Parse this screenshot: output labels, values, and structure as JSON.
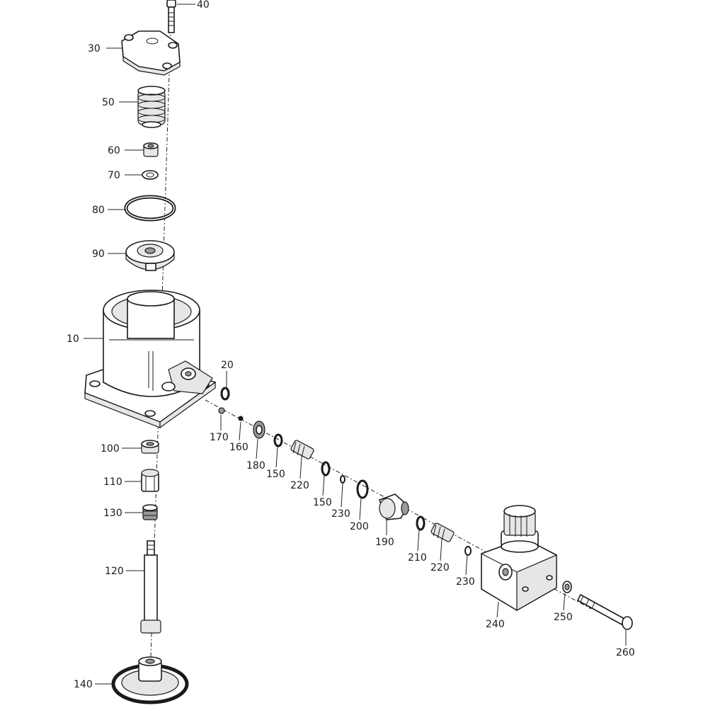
{
  "diagram": {
    "callouts": [
      {
        "id": "c40",
        "text": "40"
      },
      {
        "id": "c30",
        "text": "30"
      },
      {
        "id": "c50",
        "text": "50"
      },
      {
        "id": "c60",
        "text": "60"
      },
      {
        "id": "c70",
        "text": "70"
      },
      {
        "id": "c80",
        "text": "80"
      },
      {
        "id": "c90",
        "text": "90"
      },
      {
        "id": "c10",
        "text": "10"
      },
      {
        "id": "c20",
        "text": "20"
      },
      {
        "id": "c170",
        "text": "170"
      },
      {
        "id": "c160",
        "text": "160"
      },
      {
        "id": "c180",
        "text": "180"
      },
      {
        "id": "c150a",
        "text": "150"
      },
      {
        "id": "c220a",
        "text": "220"
      },
      {
        "id": "c150b",
        "text": "150"
      },
      {
        "id": "c230a",
        "text": "230"
      },
      {
        "id": "c200",
        "text": "200"
      },
      {
        "id": "c190",
        "text": "190"
      },
      {
        "id": "c210",
        "text": "210"
      },
      {
        "id": "c220b",
        "text": "220"
      },
      {
        "id": "c230b",
        "text": "230"
      },
      {
        "id": "c240",
        "text": "240"
      },
      {
        "id": "c250",
        "text": "250"
      },
      {
        "id": "c260",
        "text": "260"
      },
      {
        "id": "c100",
        "text": "100"
      },
      {
        "id": "c110",
        "text": "110"
      },
      {
        "id": "c130",
        "text": "130"
      },
      {
        "id": "c120",
        "text": "120"
      },
      {
        "id": "c140",
        "text": "140"
      }
    ]
  }
}
